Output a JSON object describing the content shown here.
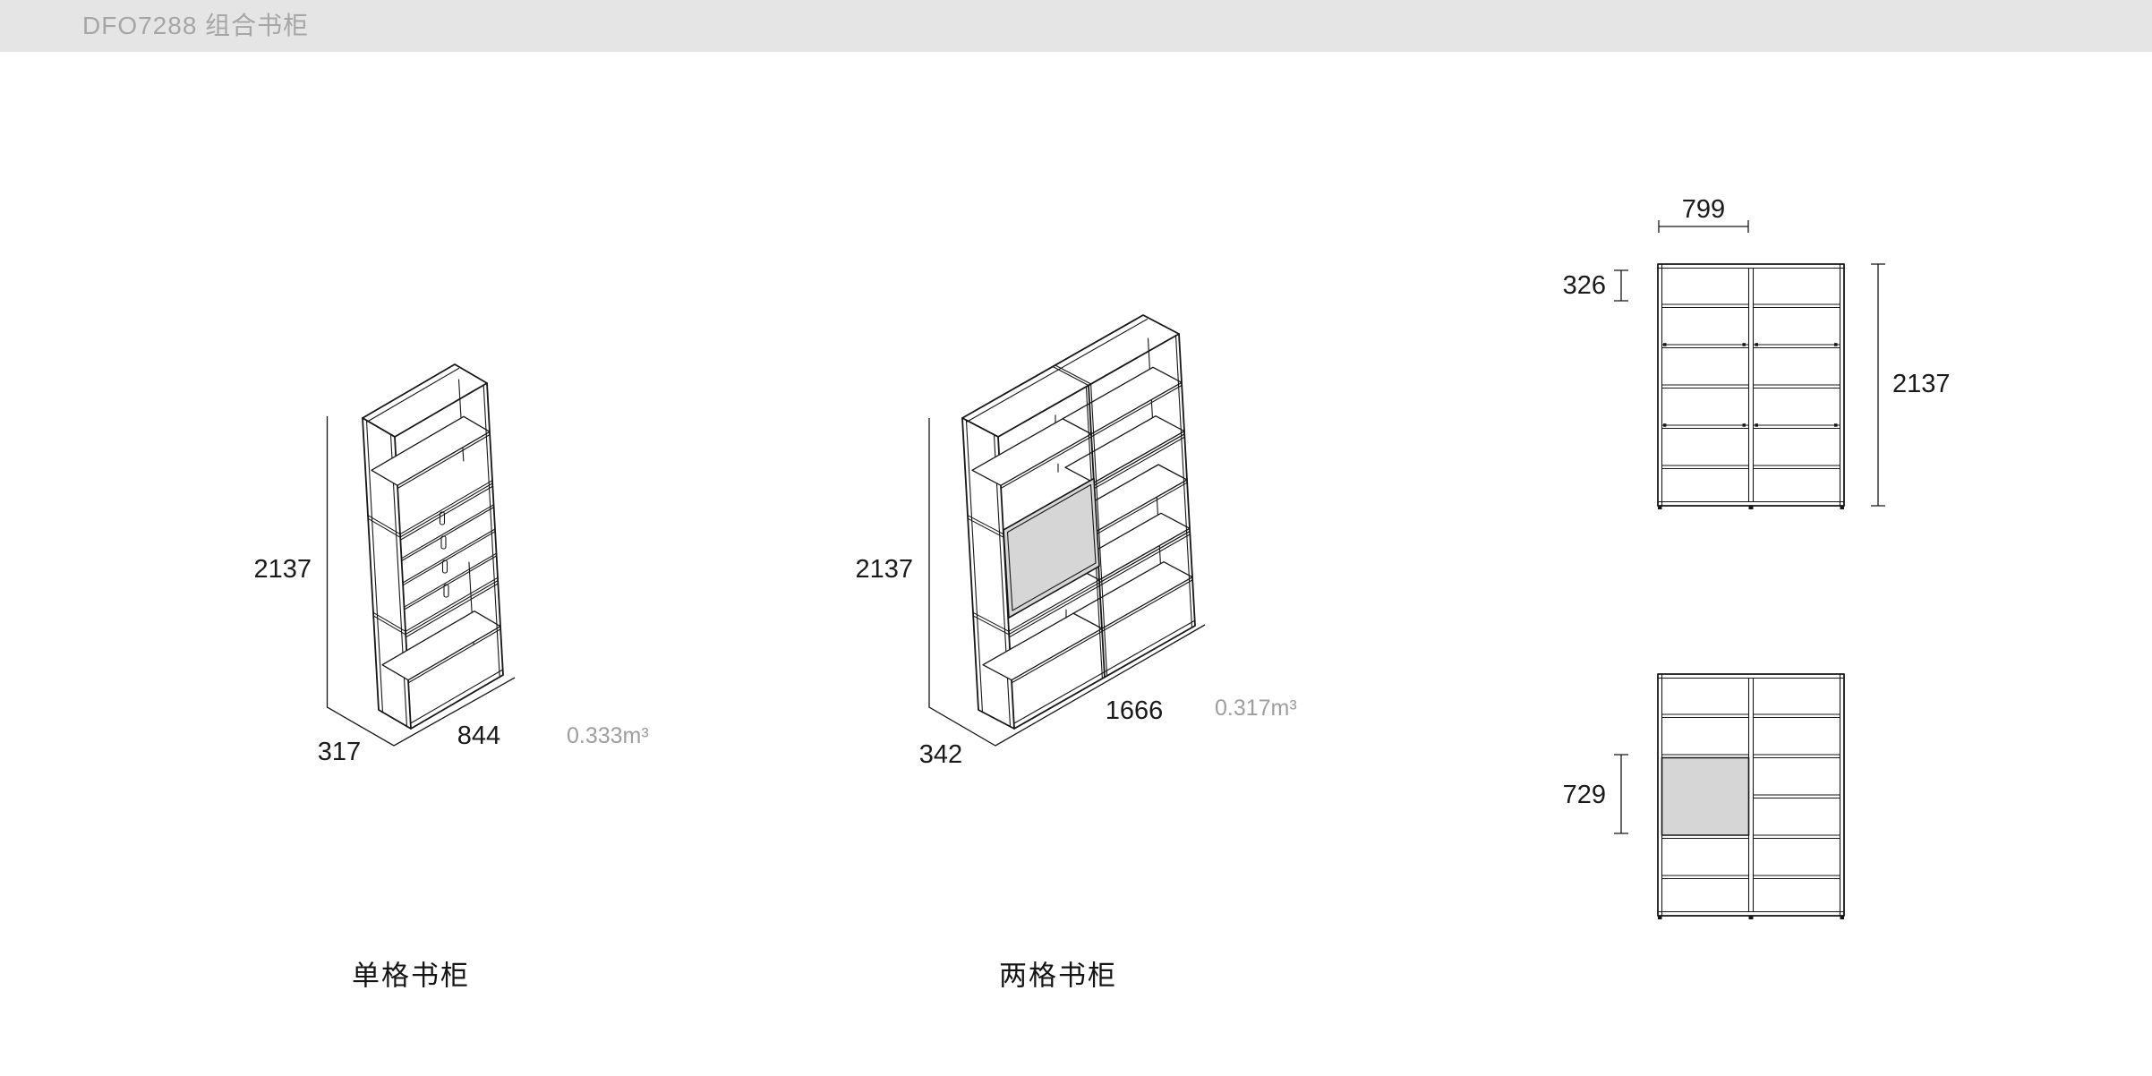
{
  "header": {
    "title": "DFO7288 组合书柜"
  },
  "colors": {
    "header_bg": "#e5e5e5",
    "header_text": "#a6a6a6",
    "line": "#161616",
    "muted_text": "#9e9e9e",
    "door_fill": "#d6d6d6"
  },
  "products": [
    {
      "name": "单格书柜",
      "height_mm": "2137",
      "width_mm": "844",
      "depth_mm": "317",
      "volume": "0.333m³"
    },
    {
      "name": "两格书柜",
      "height_mm": "2137",
      "width_mm": "1666",
      "depth_mm": "342",
      "volume": "0.317m³"
    }
  ],
  "elevations": {
    "front_top": {
      "column_width_mm": "799",
      "top_cell_height_mm": "326",
      "total_height_mm": "2137"
    },
    "front_bottom": {
      "door_height_mm": "729"
    }
  }
}
